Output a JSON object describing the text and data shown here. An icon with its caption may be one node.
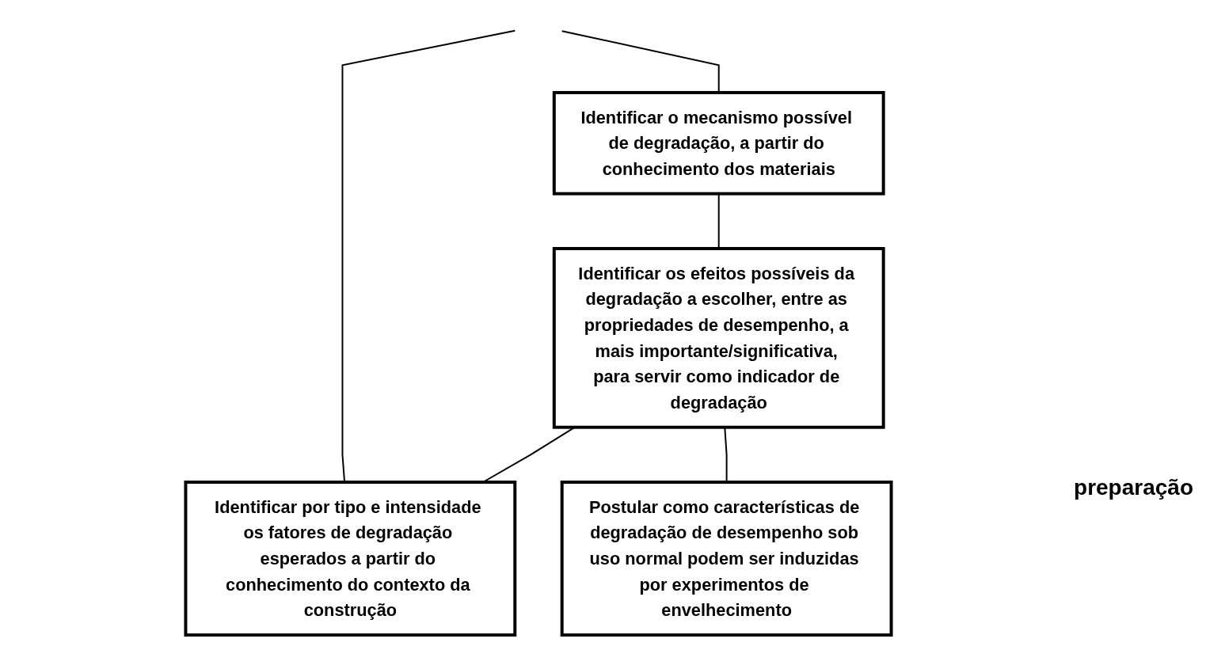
{
  "diagram": {
    "nodes": [
      {
        "text": [
          "Identificar o mecanismo possível de degradação, a partir do conhecimento dos materiais"
        ]
      },
      {
        "text": [
          "Identificar os efeitos possíveis da degradação a escolher, entre as propriedades de desempenho, a mais importante/significativa, para servir como indicador de degradação"
        ]
      },
      {
        "text": [
          "Identificar por tipo e intensidade os fatores de degradação esperados a partir do conhecimento do contexto da construção"
        ]
      },
      {
        "text": [
          "Postular como características de degradação de desempenho sob uso normal podem ser induzidas por experimentos de envelhecimento"
        ]
      }
    ],
    "edges": [
      {
        "from": null,
        "to": 0,
        "arrow": "none"
      },
      {
        "from": null,
        "to": 2,
        "arrow": "none"
      },
      {
        "from": 0,
        "to": 1,
        "arrow": "none"
      },
      {
        "from": 1,
        "to": 2,
        "arrow": "none"
      },
      {
        "from": 1,
        "to": 3,
        "arrow": "none"
      }
    ],
    "labels": [
      "preparação"
    ]
  }
}
